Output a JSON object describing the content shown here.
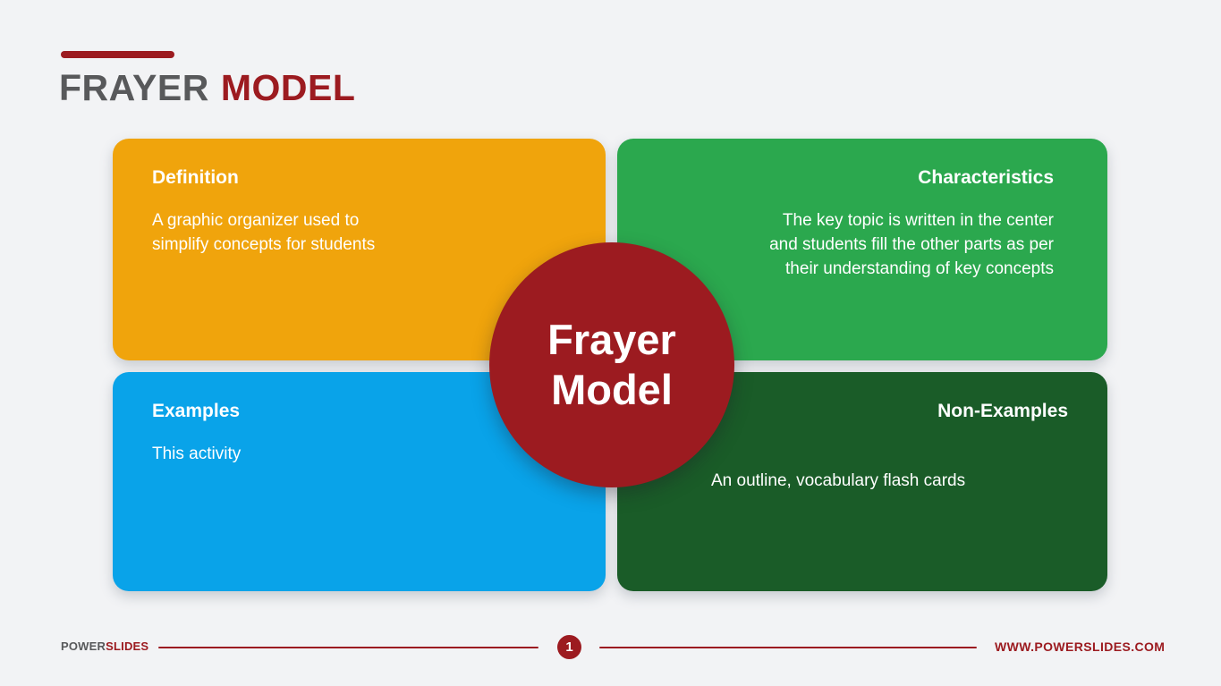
{
  "colors": {
    "background": "#F2F3F5",
    "maroon": "#9C1B20",
    "orange": "#F0A40C",
    "green": "#2BA84E",
    "blue": "#09A3E9",
    "dark-green": "#1A5C28",
    "gray": "#58595B",
    "white": "#FFFFFF"
  },
  "header": {
    "title_part1": "FRAYER",
    "title_part2": "MODEL"
  },
  "center_badge": {
    "line1": "Frayer",
    "line2": "Model"
  },
  "quadrants": [
    {
      "key": "definition",
      "title": "Definition",
      "body": "A graphic organizer used to\nsimplify concepts for students"
    },
    {
      "key": "characteristics",
      "title": "Characteristics",
      "body": "The key topic is written in the center\nand students fill the other parts as per\ntheir understanding of key concepts"
    },
    {
      "key": "examples",
      "title": "Examples",
      "body": "This activity"
    },
    {
      "key": "non_examples",
      "title": "Non-Examples",
      "body": "An outline, vocabulary flash cards"
    }
  ],
  "footer": {
    "brand_part1": "POWER",
    "brand_part2": "SLIDES",
    "page_number": "1",
    "website": "WWW.POWERSLIDES.COM"
  }
}
